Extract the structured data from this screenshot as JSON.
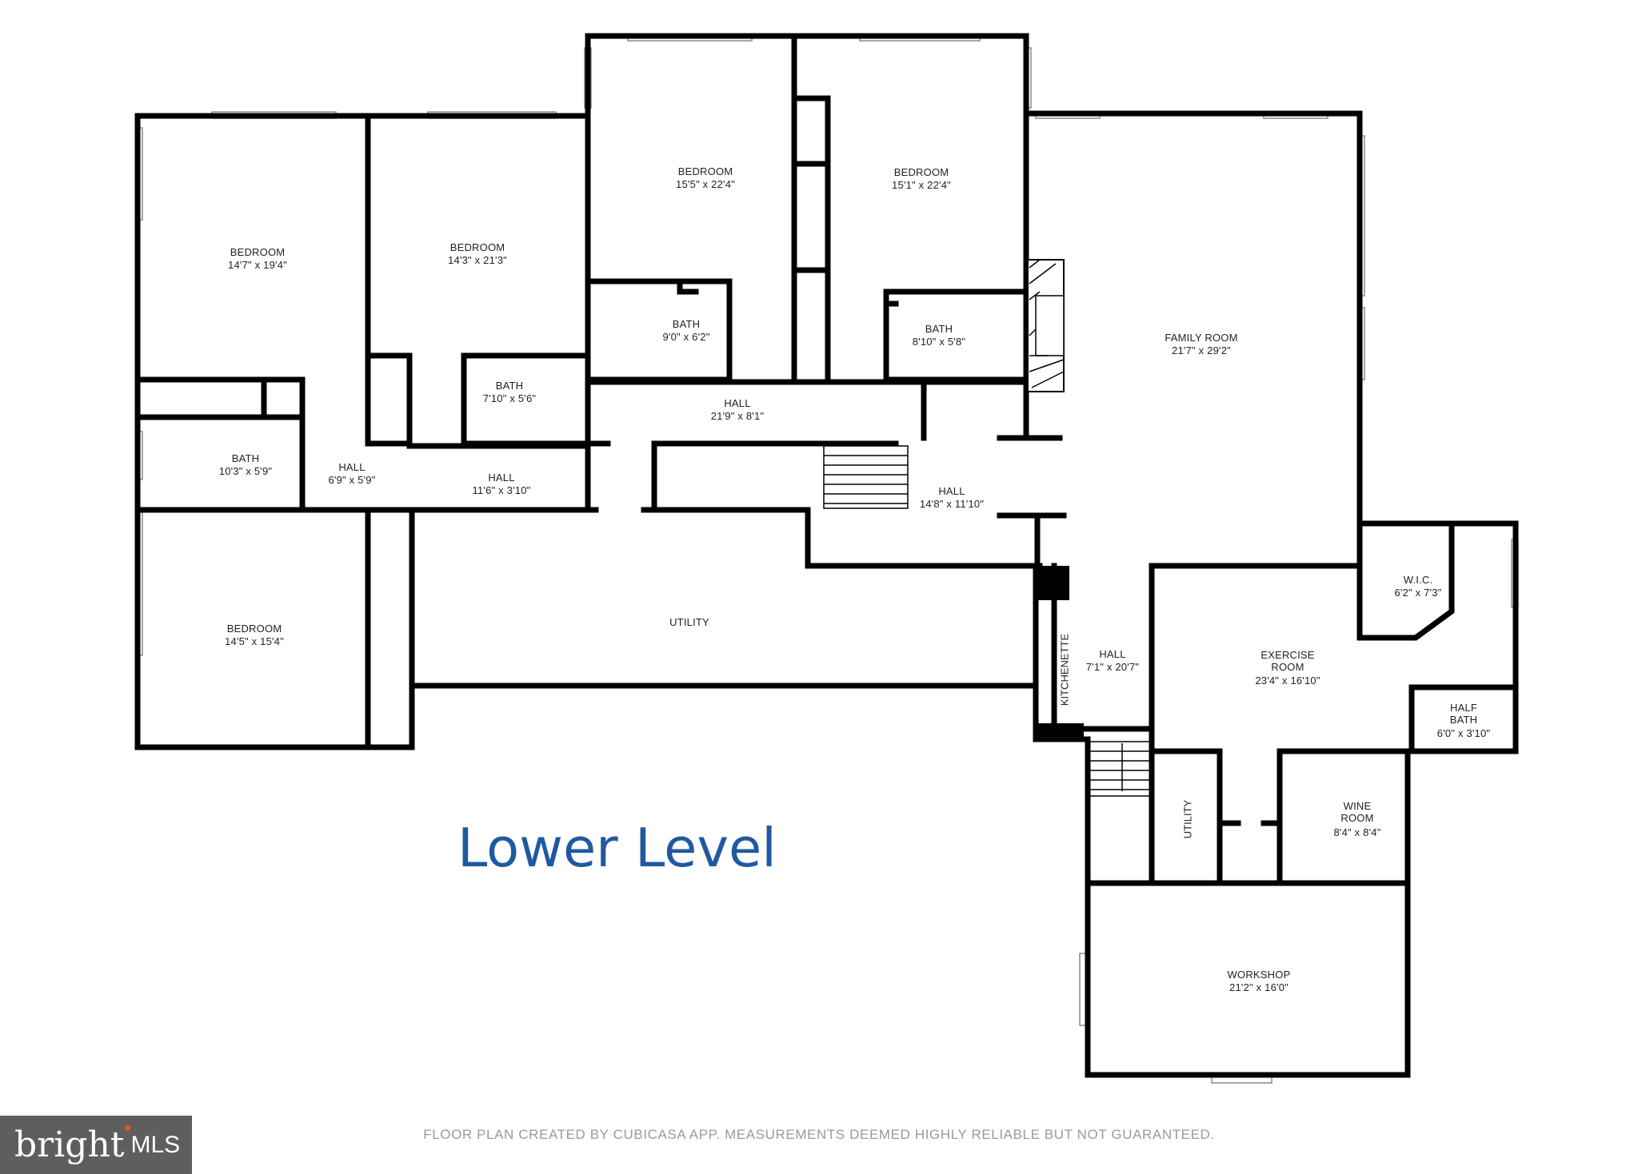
{
  "title": "Lower Level",
  "disclaimer": "FLOOR PLAN CREATED BY CUBICASA APP. MEASUREMENTS DEEMED HIGHLY RELIABLE BUT NOT GUARANTEED.",
  "logo": {
    "brand": "bright",
    "suffix": "MLS"
  },
  "colors": {
    "title": "#1f5aa0",
    "walls": "#000000",
    "disclaimer": "#9a9a9a",
    "logo_bg": "#5e5e5e"
  },
  "rooms": [
    {
      "name": "BEDROOM",
      "dims": "14'7\" x 19'4\""
    },
    {
      "name": "BEDROOM",
      "dims": "14'3\" x 21'3\""
    },
    {
      "name": "BEDROOM",
      "dims": "15'5\" x 22'4\""
    },
    {
      "name": "BEDROOM",
      "dims": "15'1\" x 22'4\""
    },
    {
      "name": "FAMILY ROOM",
      "dims": "21'7\" x 29'2\""
    },
    {
      "name": "BATH",
      "dims": "9'0\" x 6'2\""
    },
    {
      "name": "BATH",
      "dims": "8'10\" x 5'8\""
    },
    {
      "name": "BATH",
      "dims": "7'10\" x 5'6\""
    },
    {
      "name": "HALL",
      "dims": "21'9\" x 8'1\""
    },
    {
      "name": "BATH",
      "dims": "10'3\" x 5'9\""
    },
    {
      "name": "HALL",
      "dims": "6'9\" x 5'9\""
    },
    {
      "name": "HALL",
      "dims": "11'6\" x 3'10\""
    },
    {
      "name": "HALL",
      "dims": "14'8\" x 11'10\""
    },
    {
      "name": "BEDROOM",
      "dims": "14'5\" x 15'4\""
    },
    {
      "name": "UTILITY",
      "dims": ""
    },
    {
      "name": "HALL",
      "dims": "7'1\" x 20'7\""
    },
    {
      "name": "EXERCISE ROOM",
      "dims": "23'4\" x 16'10\""
    },
    {
      "name": "W.I.C.",
      "dims": "6'2\" x 7'3\""
    },
    {
      "name": "HALF BATH",
      "dims": "6'0\" x 3'10\""
    },
    {
      "name": "WINE ROOM",
      "dims": "8'4\" x 8'4\""
    },
    {
      "name": "WORKSHOP",
      "dims": "21'2\" x 16'0\""
    }
  ],
  "vertical_labels": [
    "KITCHENETTE",
    "UTILITY"
  ]
}
